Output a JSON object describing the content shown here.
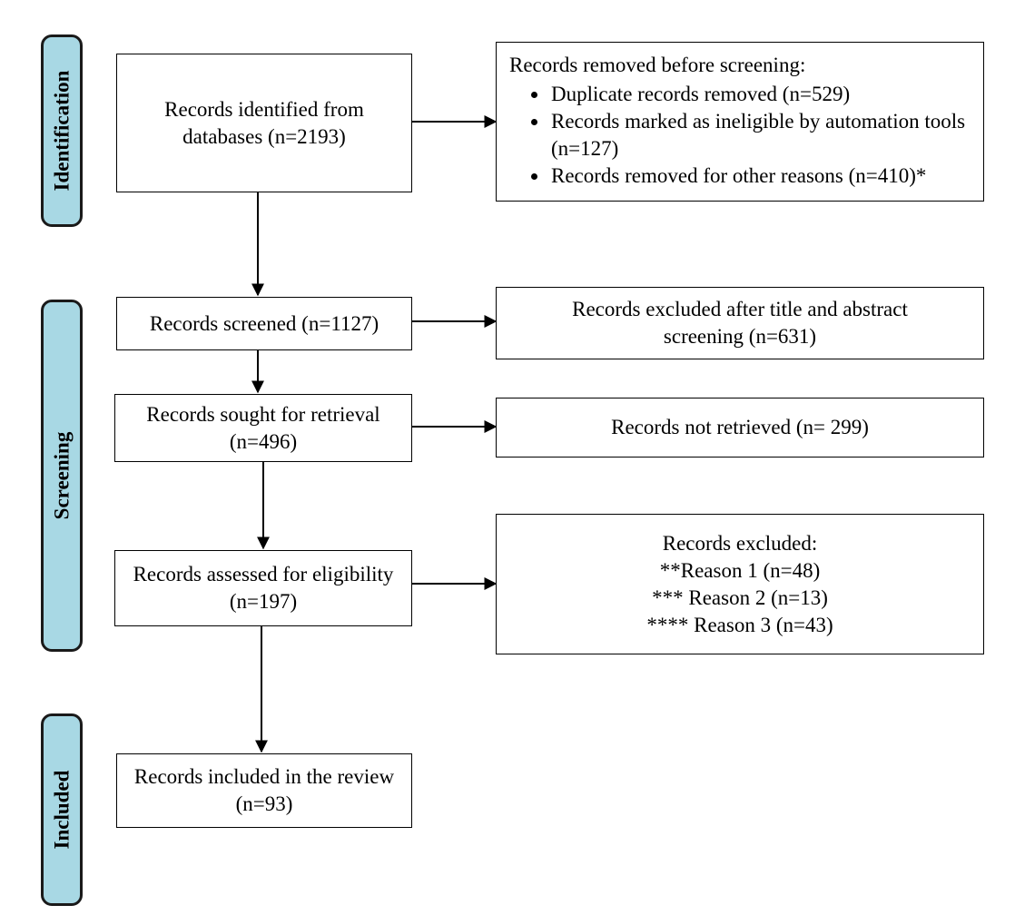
{
  "phases": {
    "identification": "Identification",
    "screening": "Screening",
    "included": "Included"
  },
  "boxes": {
    "identified": "Records identified from databases (n=2193)",
    "removed_title": "Records removed before screening:",
    "removed_items": [
      "Duplicate records removed (n=529)",
      "Records marked as ineligible by automation tools (n=127)",
      "Records removed for other reasons (n=410)*"
    ],
    "screened": "Records screened (n=1127)",
    "excluded_title_abstract": "Records excluded after title and abstract screening (n=631)",
    "sought": "Records sought for retrieval (n=496)",
    "not_retrieved": "Records not retrieved (n= 299)",
    "assessed": "Records assessed for eligibility (n=197)",
    "excluded_title": "Records excluded:",
    "excluded_reasons": [
      "**Reason 1 (n=48)",
      "*** Reason 2 (n=13)",
      "**** Reason 3 (n=43)"
    ],
    "included": "Records included in the review (n=93)"
  },
  "colors": {
    "phase_fill": "#a8d8e4",
    "line": "#000000"
  }
}
